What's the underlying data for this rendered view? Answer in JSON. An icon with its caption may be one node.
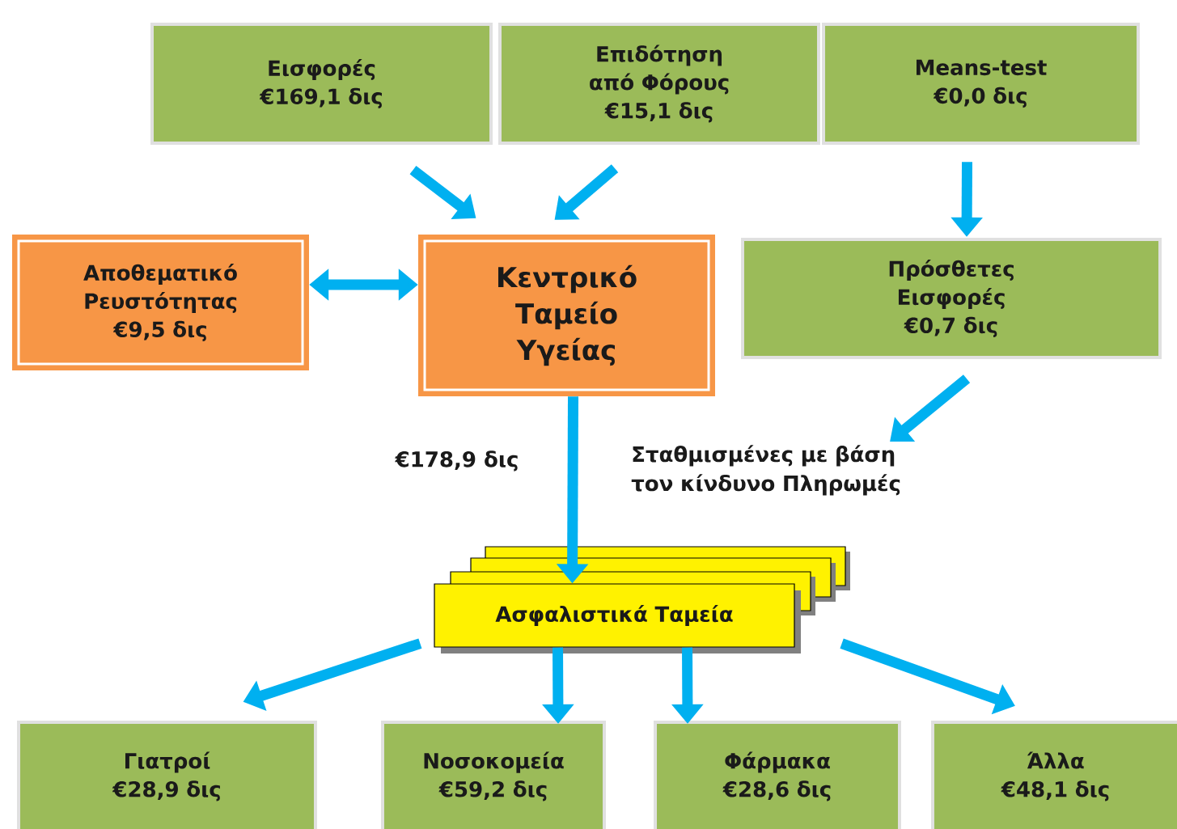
{
  "diagram": {
    "nodes": [
      {
        "text": [
          "Εισφορές",
          "€169,1  δις"
        ]
      },
      {
        "text": [
          "Επιδότηση από Φόρους",
          "€15,1  δις"
        ]
      },
      {
        "text": [
          "Means-test",
          "€0,0  δις"
        ]
      },
      {
        "text": [
          "Αποθεματικό Ρευστότητας",
          "€9,5  δις"
        ]
      },
      {
        "text": [
          "Κεντρικό Ταμείο Υγείας"
        ]
      },
      {
        "text": [
          "Πρόσθετες Εισφορές",
          "€0,7  δις"
        ]
      },
      {
        "text": [
          "Σταθμισμένες με βάση τον κίνδυνο Πληρωμές"
        ]
      },
      {
        "text": [
          "Ασφαλιστικά Ταμεία"
        ]
      },
      {
        "text": [
          "Γιατροί",
          "€28,9  δις"
        ]
      },
      {
        "text": [
          "Νοσοκομεία",
          "€59,2  δις"
        ]
      },
      {
        "text": [
          "Φάρμακα",
          "€28,6  δις"
        ]
      },
      {
        "text": [
          "Άλλα",
          "€48,1  δις"
        ]
      }
    ],
    "edges": [
      {
        "from": 0,
        "to": 4,
        "arrow": "to"
      },
      {
        "from": 1,
        "to": 4,
        "arrow": "to"
      },
      {
        "from": 2,
        "to": 5,
        "arrow": "to"
      },
      {
        "from": 3,
        "to": 4,
        "arrow": "both"
      },
      {
        "from": 4,
        "to": 7,
        "arrow": "to",
        "label": "€178,9  δις"
      },
      {
        "from": 5,
        "to": 6,
        "arrow": "to"
      },
      {
        "from": 7,
        "to": 8,
        "arrow": "to"
      },
      {
        "from": 7,
        "to": 9,
        "arrow": "to"
      },
      {
        "from": 7,
        "to": 10,
        "arrow": "to"
      },
      {
        "from": 7,
        "to": 11,
        "arrow": "to"
      }
    ]
  }
}
